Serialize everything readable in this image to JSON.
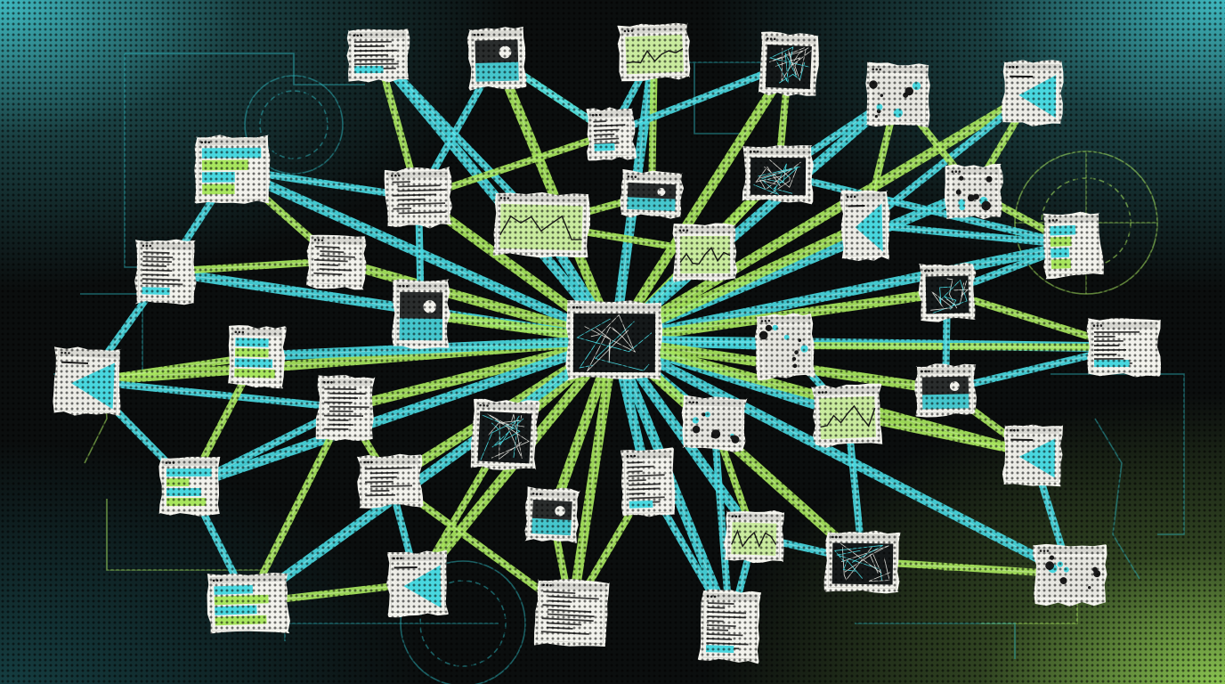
{
  "palette": {
    "background": "#0b0e0e",
    "cyan": "#48d7df",
    "lime": "#a8e65e",
    "paper": "#f2f2ec",
    "ink": "#1a1a1a",
    "circuit": "#2aa6ad"
  },
  "scene": {
    "subject": "collage-network",
    "card_motifs": [
      "code-listing",
      "text-lines",
      "image-thumb",
      "graph-wave",
      "cracked-texture",
      "dots",
      "triangle",
      "bar-blocks"
    ]
  },
  "hub_card": {
    "motif": "cracked-texture"
  }
}
